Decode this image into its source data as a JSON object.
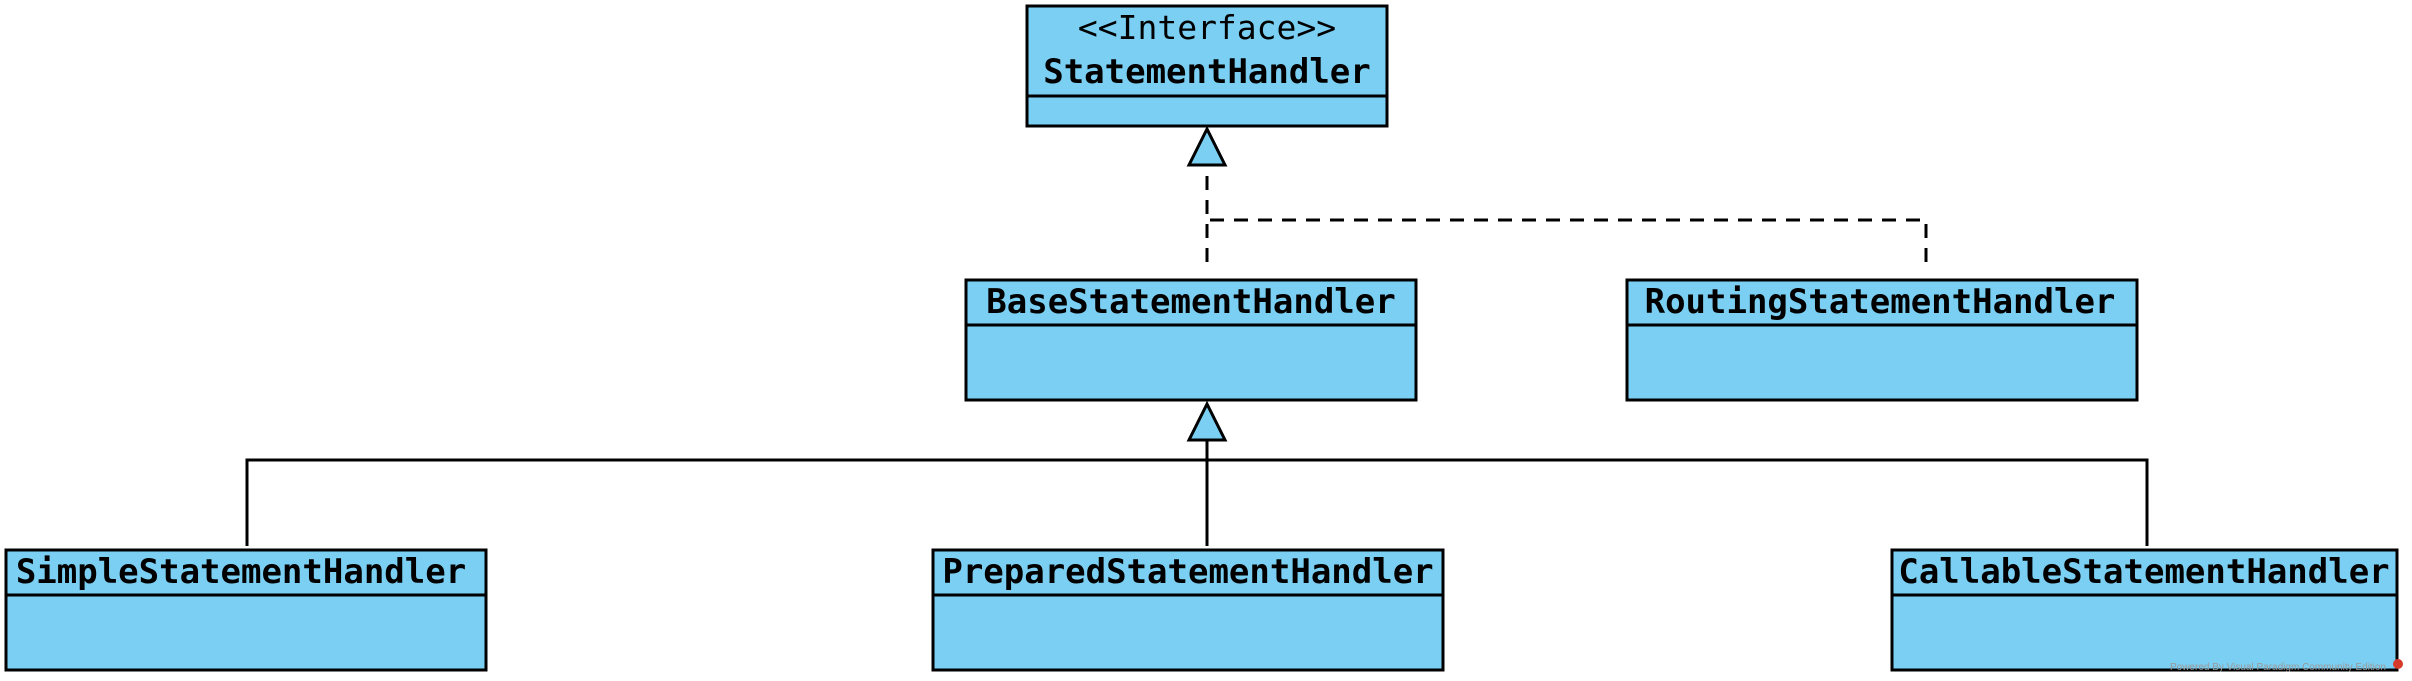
{
  "diagram": {
    "classes": {
      "statement_handler": {
        "stereotype": "<<Interface>>",
        "name": "StatementHandler"
      },
      "base_statement_handler": {
        "name": "BaseStatementHandler"
      },
      "routing_statement_handler": {
        "name": "RoutingStatementHandler"
      },
      "simple_statement_handler": {
        "name": "SimpleStatementHandler"
      },
      "prepared_statement_handler": {
        "name": "PreparedStatementHandler"
      },
      "callable_statement_handler": {
        "name": "CallableStatementHandler"
      }
    },
    "relations": [
      {
        "type": "realization",
        "from": "BaseStatementHandler",
        "to": "StatementHandler"
      },
      {
        "type": "realization",
        "from": "RoutingStatementHandler",
        "to": "StatementHandler"
      },
      {
        "type": "generalization",
        "from": "SimpleStatementHandler",
        "to": "BaseStatementHandler"
      },
      {
        "type": "generalization",
        "from": "PreparedStatementHandler",
        "to": "BaseStatementHandler"
      },
      {
        "type": "generalization",
        "from": "CallableStatementHandler",
        "to": "BaseStatementHandler"
      }
    ],
    "colors": {
      "class_fill": "#7acff2",
      "stroke": "#000000"
    },
    "watermark": "Powered By Visual Paradigm Community Edition"
  }
}
